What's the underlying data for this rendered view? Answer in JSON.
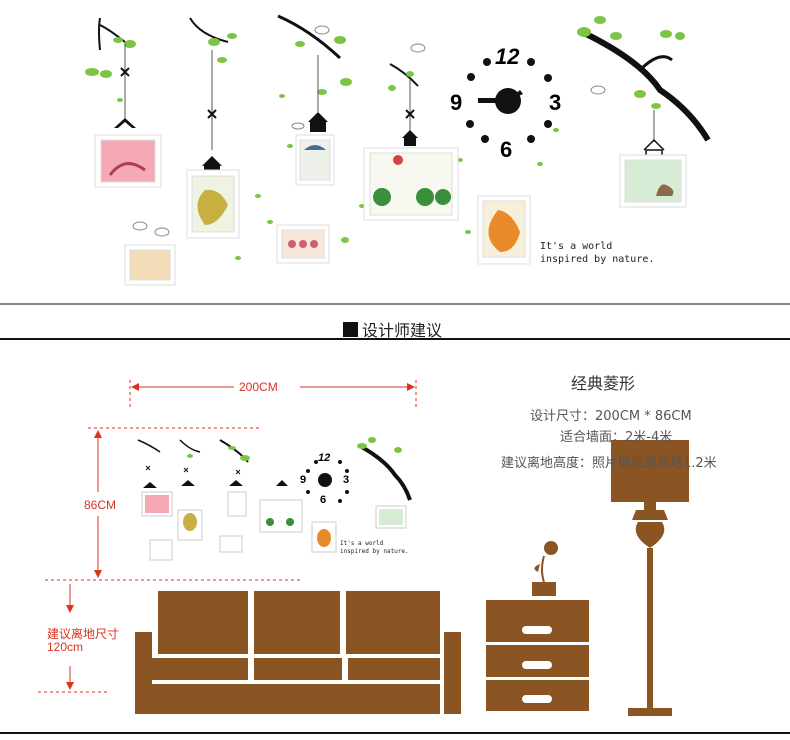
{
  "clock": {
    "n12": "12",
    "n3": "3",
    "n6": "6",
    "n9": "9"
  },
  "tagline": {
    "line1": "It's a world",
    "line2": "inspired by nature."
  },
  "section": {
    "title": "设计师建议"
  },
  "product": {
    "name": "经典菱形",
    "size_label": "设计尺寸：200CM * 86CM",
    "wall_label": "适合墙面：2米-4米",
    "height_label": "建议离地高度：照片墙底部离地1.2米"
  },
  "dimensions": {
    "width": "200CM",
    "height": "86CM",
    "floor_label_1": "建议离地尺寸",
    "floor_label_2": "120cm"
  },
  "colors": {
    "furniture": "#8b5523",
    "dimension": "#d9331e",
    "leaf": "#7cc544"
  }
}
